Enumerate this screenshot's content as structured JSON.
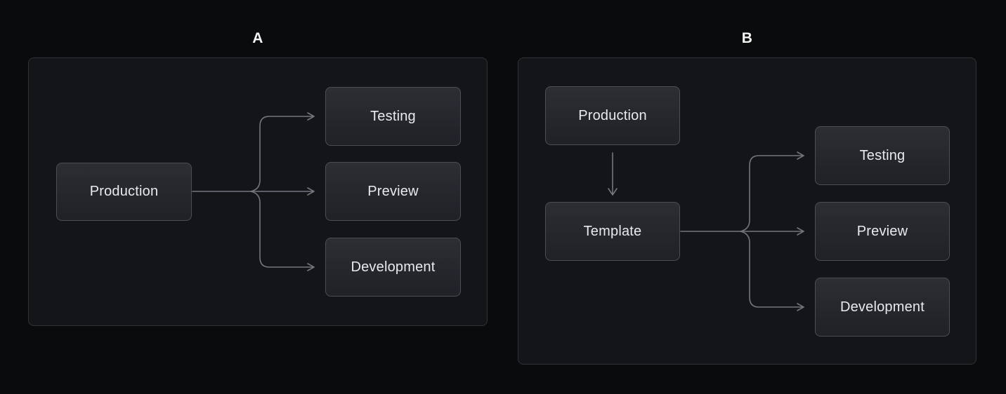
{
  "colors": {
    "page_bg": "#0a0b0c",
    "panel_bg": "#141519",
    "panel_border": "#2f3237",
    "node_fill_top": "#2c2e33",
    "node_fill_bottom": "#202126",
    "node_border": "#4b4e55",
    "node_text": "#e8eaed",
    "connector": "#73777d",
    "title_text": "#f4f4f4"
  },
  "panels": [
    {
      "title": "A",
      "nodes": [
        {
          "label": "Production"
        },
        {
          "label": "Testing"
        },
        {
          "label": "Preview"
        },
        {
          "label": "Development"
        }
      ]
    },
    {
      "title": "B",
      "nodes": [
        {
          "label": "Production"
        },
        {
          "label": "Template"
        },
        {
          "label": "Testing"
        },
        {
          "label": "Preview"
        },
        {
          "label": "Development"
        }
      ]
    }
  ]
}
